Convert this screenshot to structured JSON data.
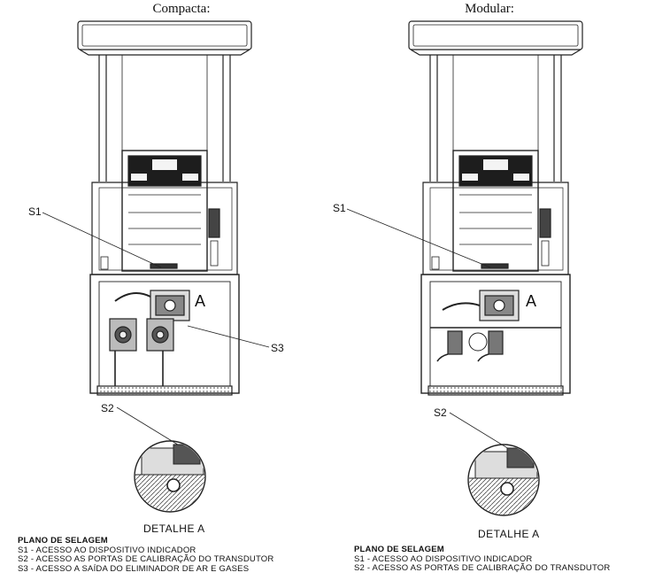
{
  "left": {
    "title": "Compacta:",
    "callouts": {
      "s1": "S1",
      "s2": "S2",
      "s3": "S3",
      "a": "A"
    },
    "detail_label": "DETALHE A",
    "legend": {
      "heading": "PLANO DE SELAGEM",
      "items": [
        "S1 - ACESSO AO DISPOSITIVO INDICADOR",
        "S2 - ACESSO AS PORTAS DE CALIBRAÇÃO DO TRANSDUTOR",
        "S3 - ACESSO A SAÍDA DO ELIMINADOR DE AR E GASES"
      ]
    }
  },
  "right": {
    "title": "Modular:",
    "callouts": {
      "s1": "S1",
      "s2": "S2",
      "a": "A"
    },
    "detail_label": "DETALHE A",
    "legend": {
      "heading": "PLANO DE SELAGEM",
      "items": [
        "S1 - ACESSO AO DISPOSITIVO INDICADOR",
        "S2 - ACESSO AS PORTAS DE CALIBRAÇÃO DO TRANSDUTOR"
      ]
    }
  }
}
